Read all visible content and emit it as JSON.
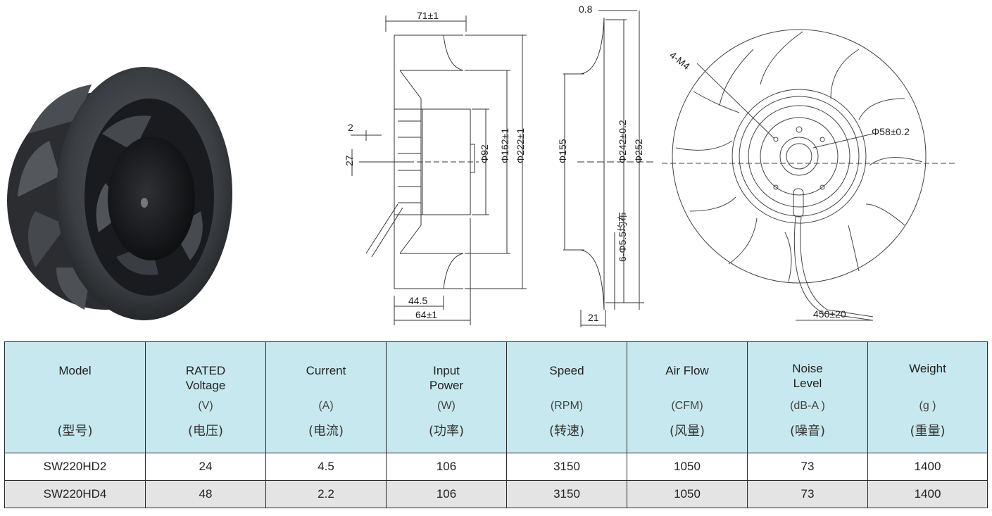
{
  "dimensions": {
    "side_view": {
      "width_top": "71±1",
      "offset_2": "2",
      "height_27": "27",
      "dia_92": "Φ92",
      "dia_162": "Φ162±1",
      "dia_222": "Φ222±1",
      "depth_44_5": "44.5",
      "depth_64": "64±1"
    },
    "profile_view": {
      "thickness": "0.8",
      "dia_155": "Φ155",
      "dia_242": "Φ242±0.2",
      "dia_252": "Φ252",
      "holes": "6-Φ5.5均布",
      "width_21": "21"
    },
    "front_view": {
      "screws": "4-M4",
      "dia_58": "Φ58±0.2",
      "cable_length": "450±20"
    }
  },
  "table": {
    "headers": [
      {
        "name": "Model",
        "unit": "",
        "cn": "(型号)"
      },
      {
        "name": "RATED Voltage",
        "unit": "(V)",
        "cn": "(电压)"
      },
      {
        "name": "Current",
        "unit": "(A)",
        "cn": "(电流)"
      },
      {
        "name": "Input Power",
        "unit": "(W)",
        "cn": "(功率)"
      },
      {
        "name": "Speed",
        "unit": "(RPM)",
        "cn": "(转速)"
      },
      {
        "name": "Air Flow",
        "unit": "(CFM)",
        "cn": "(风量)"
      },
      {
        "name": "Noise Level",
        "unit": "(dB-A )",
        "cn": "(噪音)"
      },
      {
        "name": "Weight",
        "unit": "(g )",
        "cn": "(重量)"
      }
    ],
    "rows": [
      [
        "SW220HD2",
        "24",
        "4.5",
        "106",
        "3150",
        "1050",
        "73",
        "1400"
      ],
      [
        "SW220HD4",
        "48",
        "2.2",
        "106",
        "3150",
        "1050",
        "73",
        "1400"
      ]
    ]
  },
  "colors": {
    "header_bg": "#c7e8ee",
    "row2_bg": "#e4e4e4",
    "fan_body": "#3a3c40"
  }
}
